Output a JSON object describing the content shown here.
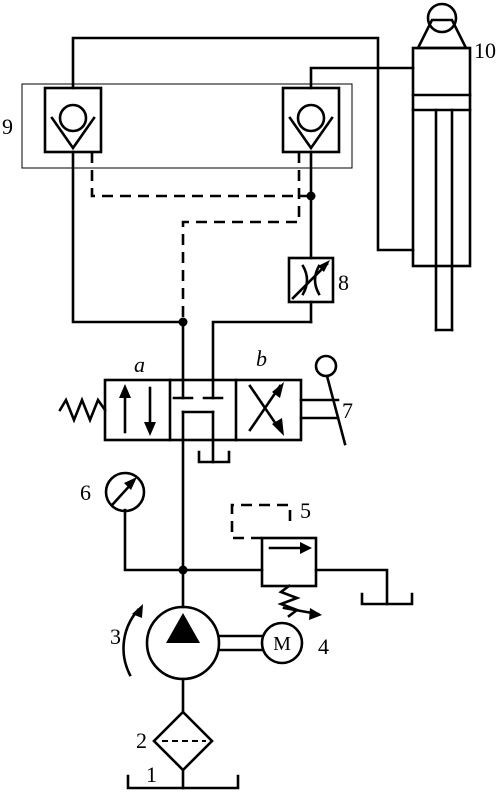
{
  "components": {
    "reservoir": {
      "number": "1"
    },
    "filter": {
      "number": "2"
    },
    "pump": {
      "number": "3"
    },
    "motor": {
      "number": "4",
      "symbol": "M"
    },
    "relief_valve": {
      "number": "5"
    },
    "pressure_gauge": {
      "number": "6"
    },
    "directional_valve": {
      "number": "7",
      "position_a": "a",
      "position_b": "b"
    },
    "throttle_valve": {
      "number": "8"
    },
    "hydraulic_lock": {
      "number": "9"
    },
    "cylinder": {
      "number": "10"
    }
  }
}
